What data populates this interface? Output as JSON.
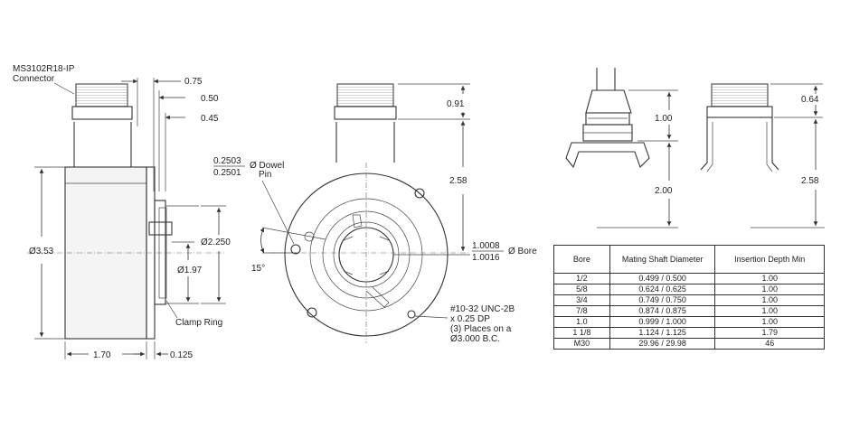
{
  "side_view": {
    "connector_label_line1": "MS3102R18-IP",
    "connector_label_line2": "Connector",
    "dim_075": "0.75",
    "dim_050": "0.50",
    "dim_045": "0.45",
    "dim_353": "Ø3.53",
    "dim_2250": "Ø2.250",
    "dim_197": "Ø1.97",
    "dim_170": "1.70",
    "dim_0125": "0.125",
    "clamp_ring": "Clamp Ring"
  },
  "front_view": {
    "dowel_num": "0.2503",
    "dowel_den": "0.2501",
    "dowel_text_line1": "Ø Dowel",
    "dowel_text_line2": "Pin",
    "dim_091": "0.91",
    "dim_258": "2.58",
    "angle_15": "15°",
    "bore_num": "1.0008",
    "bore_den": "1.0016",
    "bore_text": "Ø Bore",
    "tap_line1": "#10-32 UNC-2B",
    "tap_line2": "x 0.25 DP",
    "tap_line3": "(3) Places on a",
    "tap_line4": "Ø3.000 B.C."
  },
  "cable_view": {
    "dim_100": "1.00",
    "dim_200": "2.00"
  },
  "connector_view": {
    "dim_064": "0.64",
    "dim_258": "2.58"
  },
  "bore_table": {
    "headers": [
      "Bore",
      "Mating Shaft Diameter",
      "Insertion Depth Min"
    ],
    "rows": [
      [
        "1/2",
        "0.499 / 0.500",
        "1.00"
      ],
      [
        "5/8",
        "0.624 / 0.625",
        "1.00"
      ],
      [
        "3/4",
        "0.749 / 0.750",
        "1.00"
      ],
      [
        "7/8",
        "0.874 / 0.875",
        "1.00"
      ],
      [
        "1.0",
        "0.999 / 1.000",
        "1.00"
      ],
      [
        "1 1/8",
        "1.124 / 1.125",
        "1.79"
      ],
      [
        "M30",
        "29.96 / 29.98",
        "46"
      ]
    ]
  }
}
